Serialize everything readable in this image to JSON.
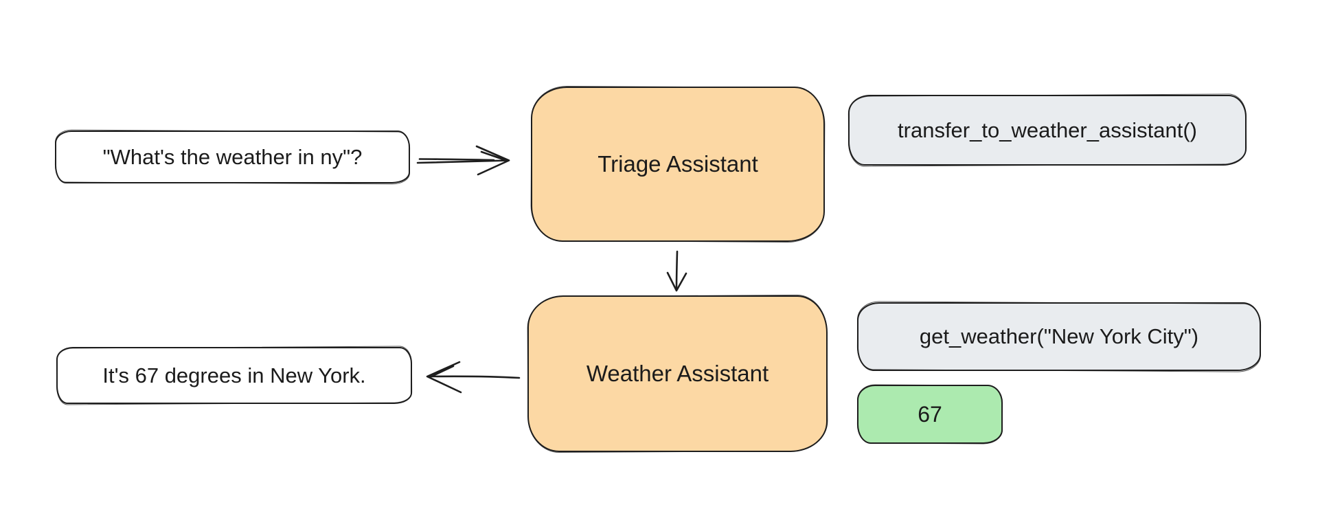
{
  "diagram": {
    "colors": {
      "agent_fill": "#FCD8A4",
      "tool_fill": "#E9ECEF",
      "result_fill": "#ACEAAF",
      "message_fill": "#FFFFFF",
      "stroke": "#1E1E1E",
      "text": "#1B1B1B",
      "background": "#FFFFFF"
    },
    "nodes": {
      "user_message": {
        "label": "\"What's the weather in ny\"?"
      },
      "triage_agent": {
        "label": "Triage Assistant"
      },
      "transfer_call": {
        "label": "transfer_to_weather_assistant()"
      },
      "weather_agent": {
        "label": "Weather Assistant"
      },
      "get_weather_call": {
        "label": "get_weather(\"New York City\")"
      },
      "tool_result": {
        "label": "67"
      },
      "assistant_message": {
        "label": "It's 67 degrees in New York."
      }
    },
    "edges": [
      {
        "from": "user_message",
        "to": "triage_agent",
        "direction": "right"
      },
      {
        "from": "triage_agent",
        "to": "weather_agent",
        "direction": "down"
      },
      {
        "from": "weather_agent",
        "to": "assistant_message",
        "direction": "left"
      }
    ]
  }
}
